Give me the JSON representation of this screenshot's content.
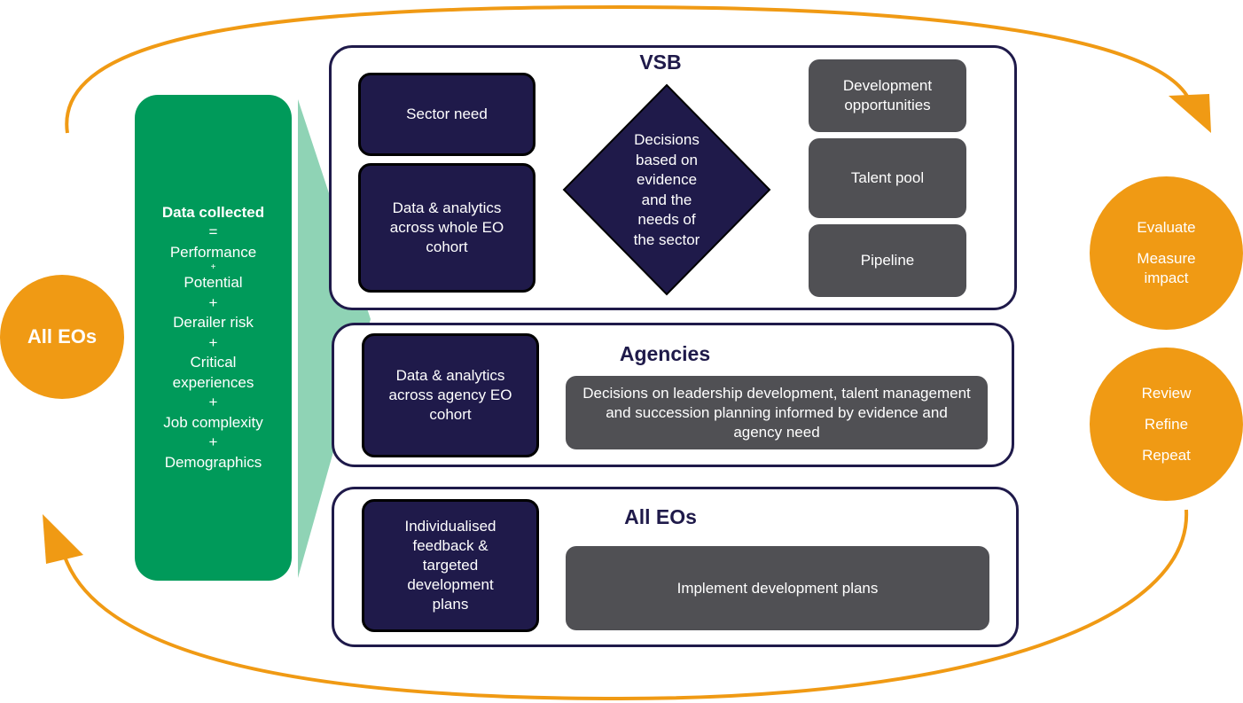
{
  "left_circle": {
    "label": "All EOs"
  },
  "data_collected": {
    "title": "Data collected",
    "lines": [
      "=",
      "Performance",
      "+",
      "Potential",
      "+",
      "Derailer risk",
      "+",
      "Critical",
      "experiences",
      "+",
      "Job complexity",
      "+",
      "Demographics"
    ]
  },
  "vsb": {
    "heading": "VSB",
    "sector_need": "Sector need",
    "data_analytics": "Data & analytics across whole EO cohort",
    "decision_lines": [
      "Decisions",
      "based on",
      "evidence",
      "and the",
      "needs of",
      "the sector"
    ],
    "development_opportunities": "Development opportunities",
    "talent_pool": "Talent pool",
    "pipeline": "Pipeline"
  },
  "agencies": {
    "heading": "Agencies",
    "data_analytics": "Data & analytics across agency EO cohort",
    "decisions": "Decisions on  leadership development, talent management and succession planning informed by evidence and agency need"
  },
  "all_eos": {
    "heading": "All EOs",
    "feedback": "Individualised feedback & targeted development plans",
    "implement": "Implement development plans"
  },
  "evaluate_circle": {
    "line1": "Evaluate",
    "line2": "Measure impact"
  },
  "review_circle": {
    "line1": "Review",
    "line2": "Refine",
    "line3": "Repeat"
  },
  "colors": {
    "orange": "#f09a14",
    "navy": "#1f1a4a",
    "green": "#009a5a",
    "grey": "#505054",
    "teal": "#8fd3b5"
  }
}
